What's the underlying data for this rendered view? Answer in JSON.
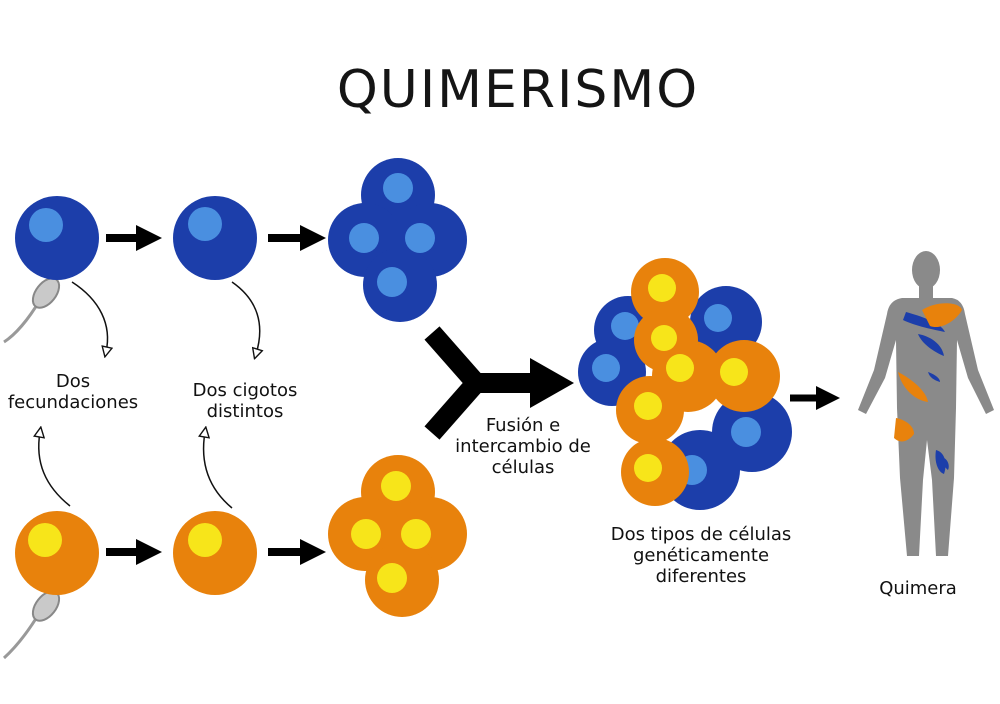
{
  "title": "QUIMERISMO",
  "labels": {
    "fertilizations_line1": "Dos",
    "fertilizations_line2": "fecundaciones",
    "zygotes_line1": "Dos cigotos",
    "zygotes_line2": "distintos",
    "fusion_line1": "Fusión e",
    "fusion_line2": "intercambio de",
    "fusion_line3": "células",
    "cells_line1": "Dos tipos de células",
    "cells_line2": "genéticamente",
    "cells_line3": "diferentes",
    "chimera": "Quimera"
  },
  "colors": {
    "blue_cell": "#1c3eaa",
    "blue_nucleus": "#4a8fe0",
    "orange_cell": "#e8820c",
    "orange_nucleus": "#f7e51a",
    "arrow": "#000000",
    "body": "#8a8a8a"
  }
}
